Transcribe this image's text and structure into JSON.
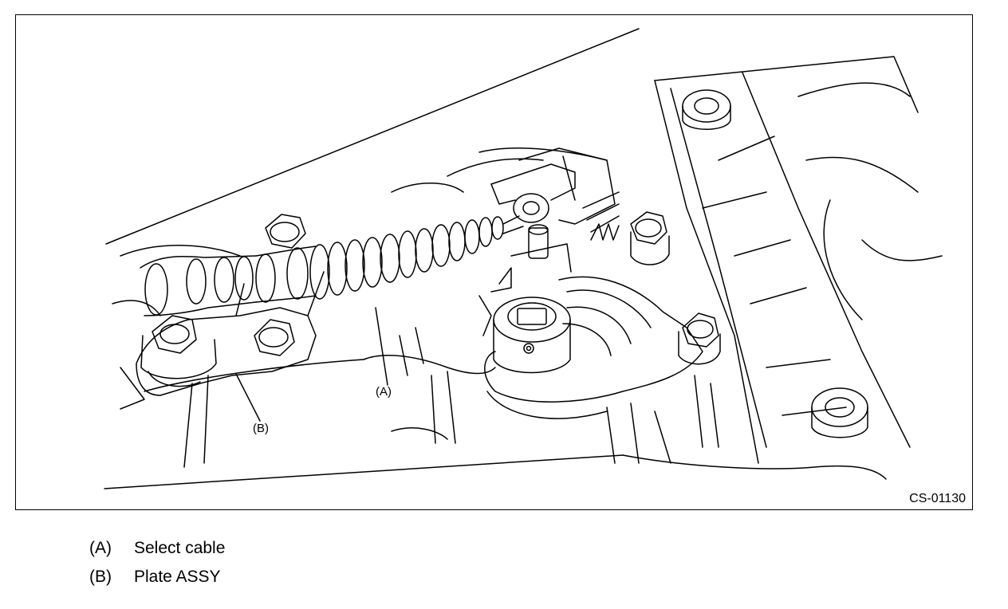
{
  "figure": {
    "code": "CS-01130",
    "callouts": [
      {
        "id": "A",
        "text": "(A)"
      },
      {
        "id": "B",
        "text": "(B)"
      }
    ]
  },
  "legend": [
    {
      "key": "(A)",
      "label": "Select cable"
    },
    {
      "key": "(B)",
      "label": "Plate ASSY"
    }
  ]
}
